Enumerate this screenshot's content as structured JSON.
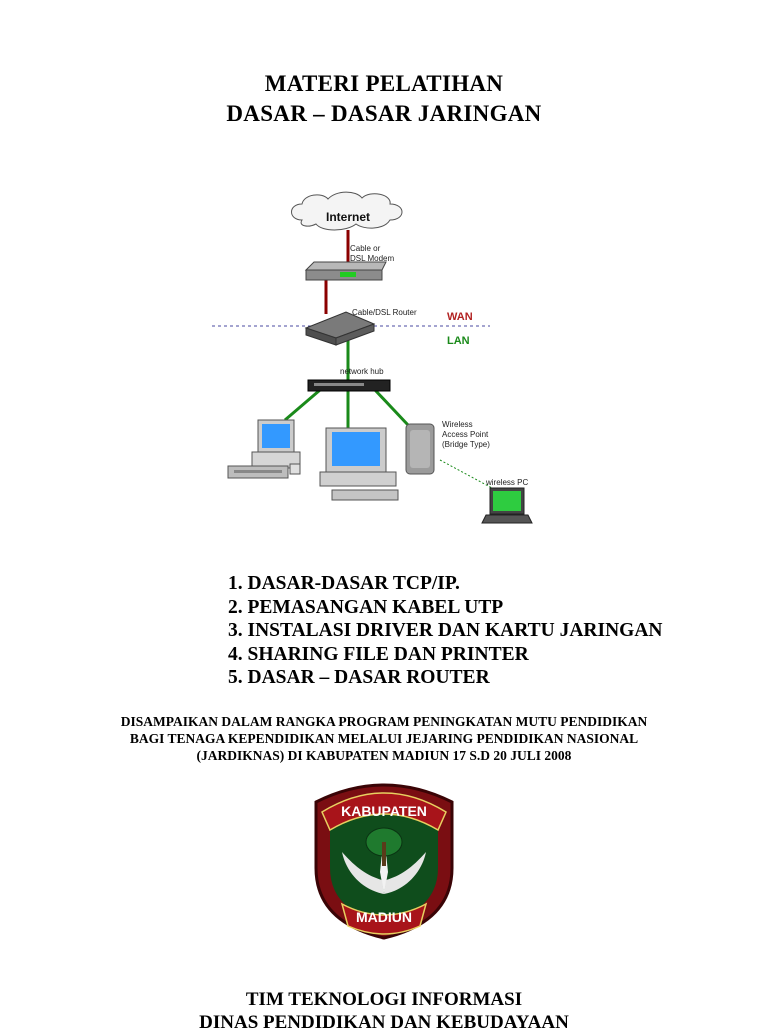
{
  "header": {
    "line1": "MATERI  PELATIHAN",
    "line2": "DASAR – DASAR JARINGAN"
  },
  "diagram": {
    "cloud_label": "Internet",
    "modem_label_1": "Cable or",
    "modem_label_2": "DSL Modem",
    "router_label": "Cable/DSL Router",
    "wan_label": "WAN",
    "lan_label": "LAN",
    "hub_label": "network hub",
    "ap_label_1": "Wireless",
    "ap_label_2": "Access Point",
    "ap_label_3": "(Bridge Type)",
    "wireless_pc_label": "wireless PC",
    "colors": {
      "wan": "#8b0000",
      "lan": "#1a8a1a",
      "boundary": "#4a4aa0",
      "screen": "#3399ff"
    }
  },
  "topics": [
    {
      "num": "1.",
      "text": "DASAR-DASAR TCP/IP."
    },
    {
      "num": "2.",
      "text": "PEMASANGAN KABEL UTP"
    },
    {
      "num": "3.",
      "text": "INSTALASI DRIVER DAN KARTU JARINGAN"
    },
    {
      "num": "4.",
      "text": "SHARING FILE DAN PRINTER"
    },
    {
      "num": "5.",
      "text": "DASAR – DASAR ROUTER"
    }
  ],
  "note": {
    "line1": "DISAMPAIKAN DALAM RANGKA PROGRAM PENINGKATAN MUTU PENDIDIKAN",
    "line2": "BAGI TENAGA KEPENDIDIKAN MELALUI JEJARING PENDIDIKAN NASIONAL",
    "line3": "(JARDIKNAS) DI KABUPATEN MADIUN 17 S.D 20 JULI 2008"
  },
  "emblem": {
    "top_text": "KABUPATEN",
    "bottom_text": "MADIUN"
  },
  "footer": {
    "line1": "TIM TEKNOLOGI INFORMASI",
    "line2": "DINAS PENDIDIKAN DAN KEBUDAYAAN"
  }
}
